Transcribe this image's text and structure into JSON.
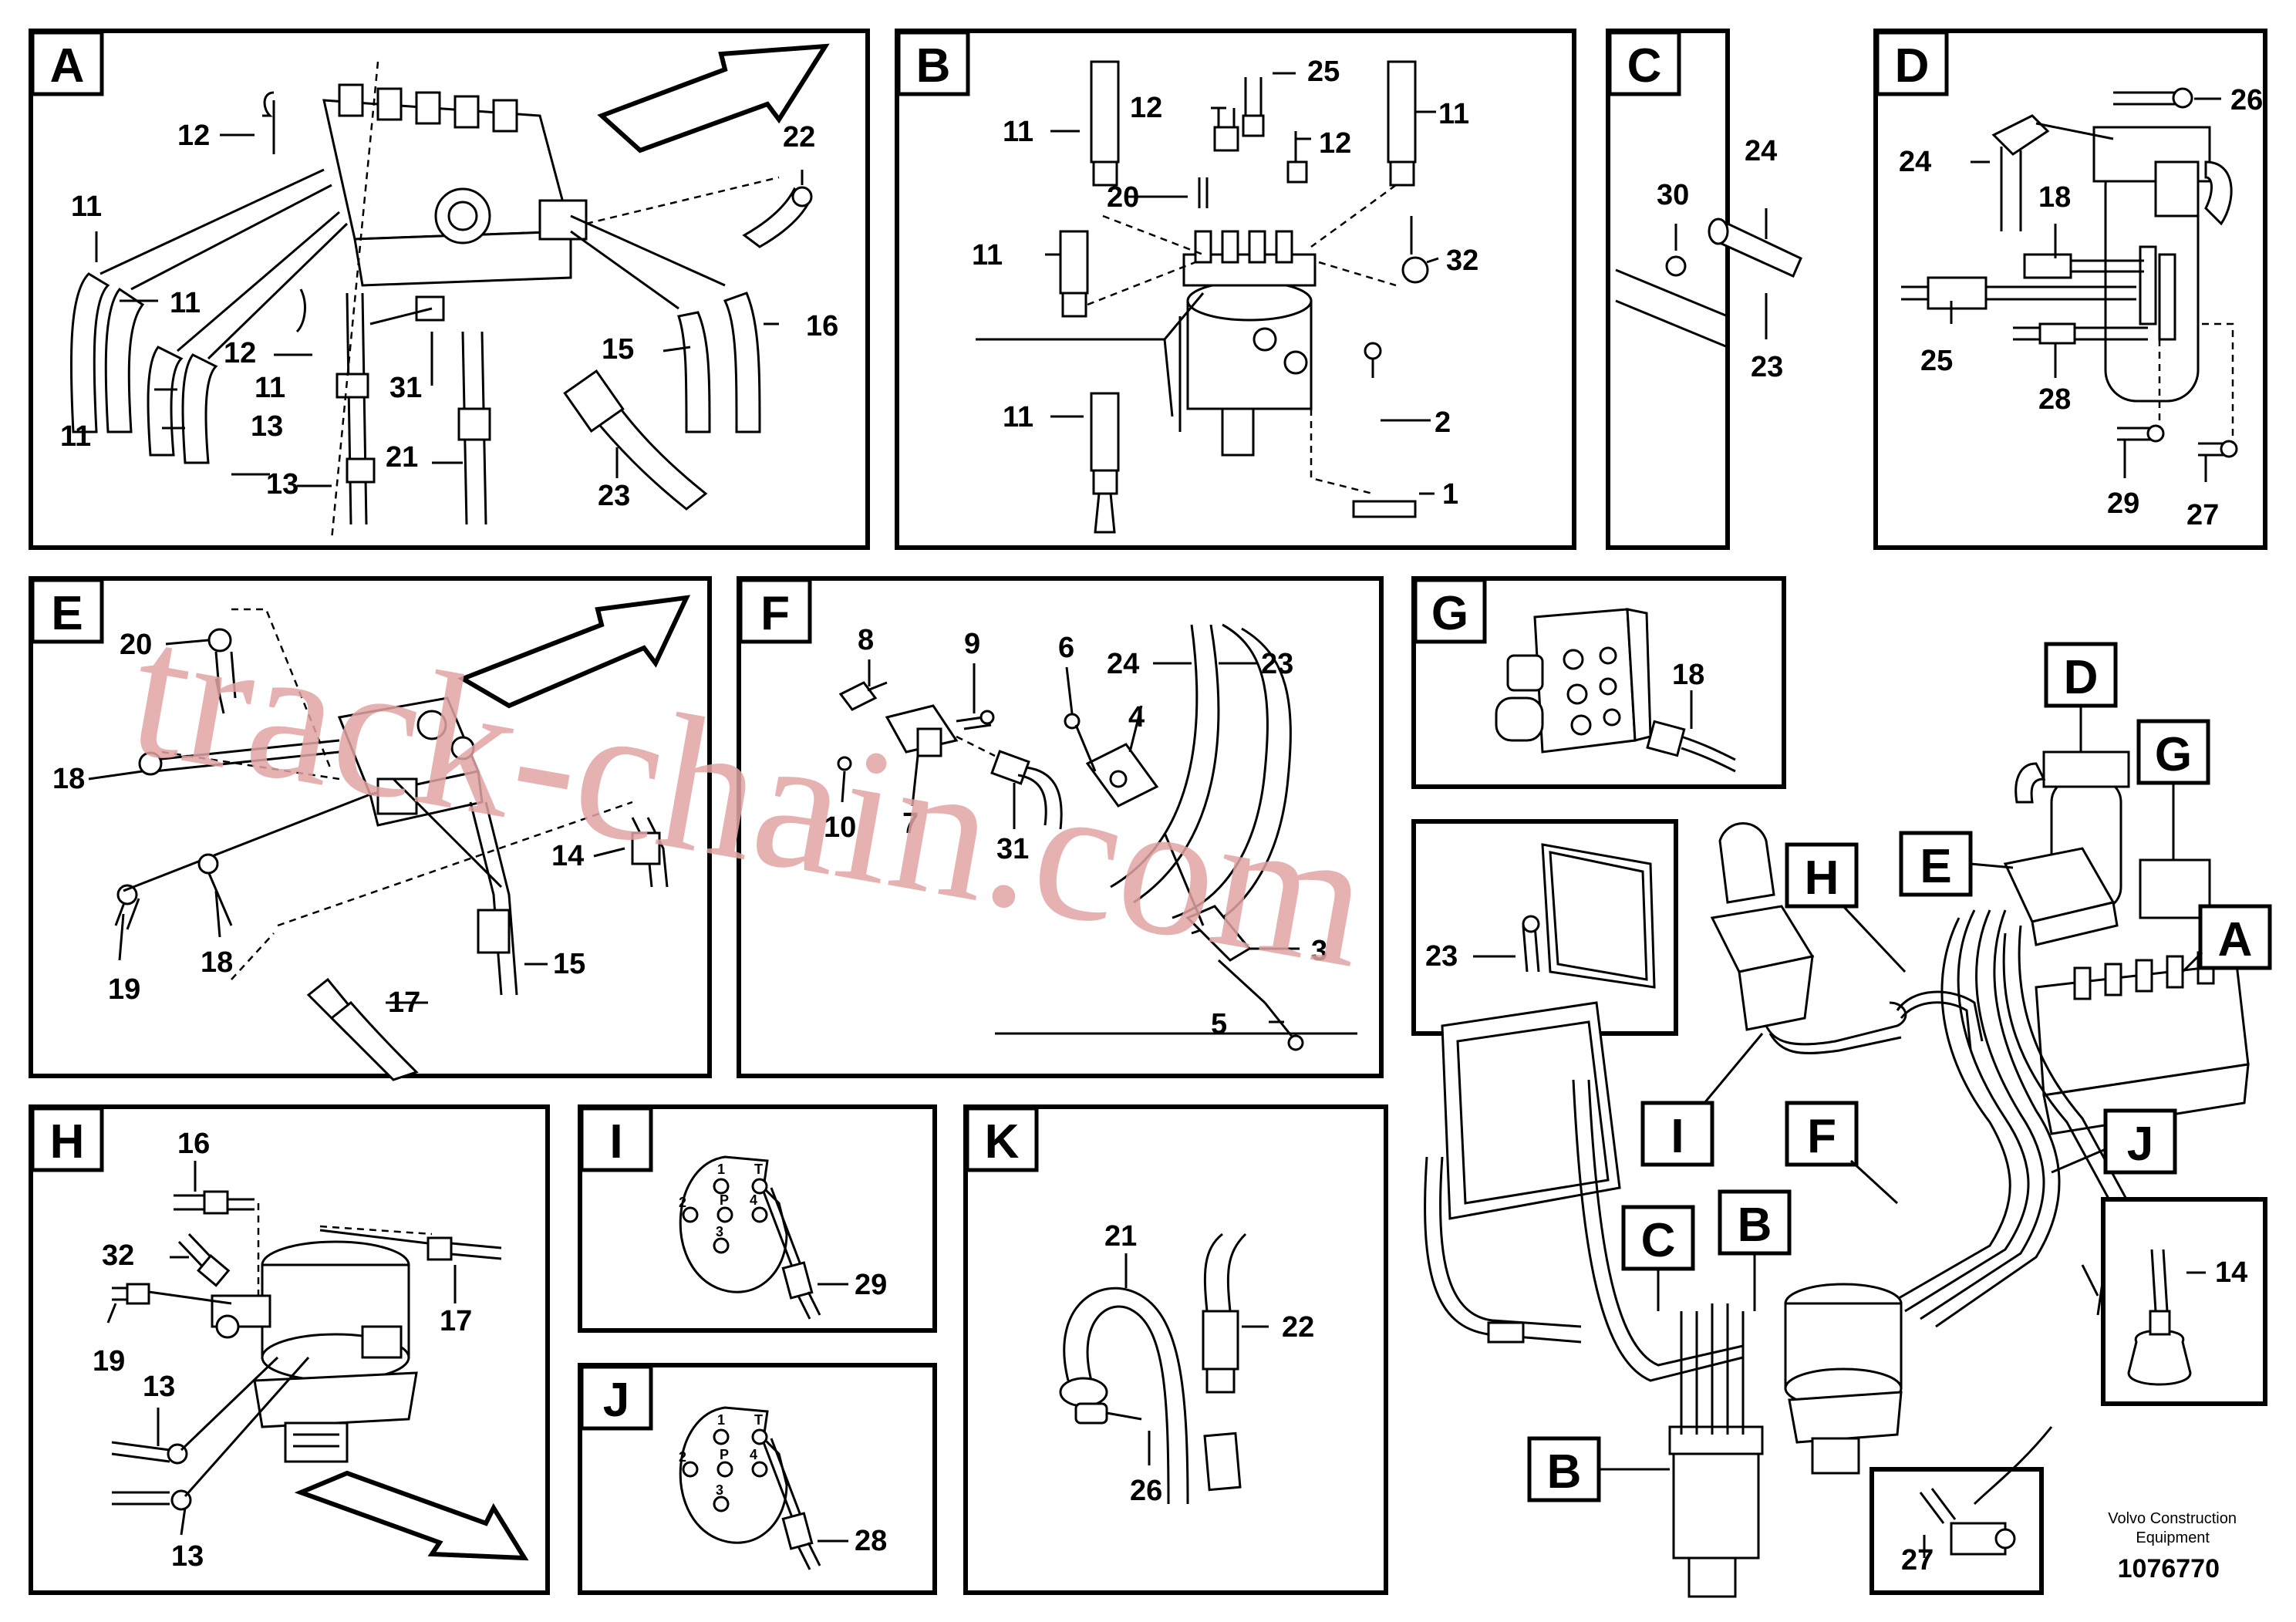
{
  "panels": {
    "A": {
      "tag": "A",
      "labels": [
        "12",
        "11",
        "11",
        "12",
        "11",
        "11",
        "13",
        "13",
        "31",
        "21",
        "22",
        "15",
        "16",
        "23"
      ]
    },
    "B": {
      "tag": "B",
      "labels": [
        "25",
        "12",
        "11",
        "11",
        "12",
        "20",
        "11",
        "32",
        "11",
        "2",
        "1"
      ]
    },
    "C": {
      "tag": "C",
      "labels": [
        "24",
        "30",
        "23"
      ]
    },
    "D": {
      "tag": "D",
      "labels": [
        "26",
        "24",
        "18",
        "25",
        "28",
        "29",
        "27"
      ]
    },
    "E": {
      "tag": "E",
      "labels": [
        "20",
        "18",
        "14",
        "18",
        "19",
        "15",
        "17"
      ]
    },
    "F": {
      "tag": "F",
      "labels": [
        "8",
        "9",
        "6",
        "24",
        "23",
        "4",
        "10",
        "7",
        "31",
        "3",
        "5"
      ]
    },
    "G": {
      "tag": "G",
      "labels": [
        "18"
      ]
    },
    "H": {
      "tag": "H",
      "labels": [
        "16",
        "32",
        "17",
        "19",
        "13",
        "13"
      ]
    },
    "I": {
      "tag": "I",
      "labels": [
        "29"
      ],
      "pins": [
        "1",
        "T",
        "2",
        "P",
        "4",
        "3"
      ]
    },
    "J": {
      "tag": "J",
      "labels": [
        "28"
      ],
      "pins": [
        "1",
        "T",
        "2",
        "P",
        "4",
        "3"
      ]
    },
    "K": {
      "tag": "K",
      "labels": [
        "21",
        "22",
        "26"
      ]
    }
  },
  "overview": {
    "tags": [
      "D",
      "G",
      "E",
      "H",
      "A",
      "I",
      "F",
      "J",
      "C",
      "B",
      "B"
    ],
    "labels": [
      "23",
      "14",
      "27"
    ]
  },
  "footer": {
    "brand_line1": "Volvo Construction",
    "brand_line2": "Equipment",
    "doc_number": "1076770"
  },
  "watermark": "track-chain.com"
}
